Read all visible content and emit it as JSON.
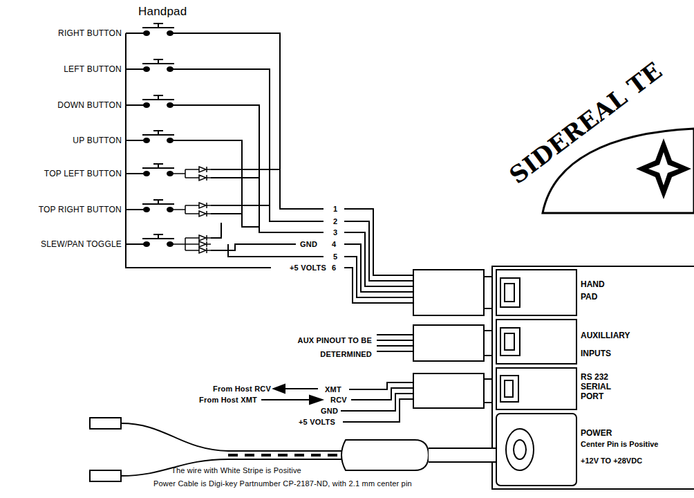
{
  "diagram": {
    "nodes": [
      {
        "text": [
          "HAND PAD"
        ]
      },
      {
        "text": [
          "AUXILLIARY INPUTS"
        ]
      },
      {
        "text": [
          "RS 232 SERIAL PORT"
        ]
      },
      {
        "text": [
          "POWER",
          "Center Pin is Positive",
          "+12V TO +28VDC"
        ]
      }
    ],
    "labels": [
      "Handpad",
      "RIGHT BUTTON",
      "LEFT BUTTON",
      "DOWN BUTTON",
      "UP BUTTON",
      "TOP LEFT BUTTON",
      "TOP RIGHT BUTTON",
      "SLEW/PAN TOGGLE",
      "SIDEREAL TE",
      "1",
      "2",
      "3",
      "GND",
      "4",
      "5",
      "+5 VOLTS",
      "6",
      "AUX PINOUT TO BE DETERMINED",
      "From Host RCV",
      "From Host XMT",
      "XMT",
      "RCV",
      "GND",
      "+5 VOLTS",
      "The wire with White Stripe is Positive",
      "Power Cable is Digi-key Partnumber CP-2187-ND, with 2.1 mm center pin"
    ]
  }
}
